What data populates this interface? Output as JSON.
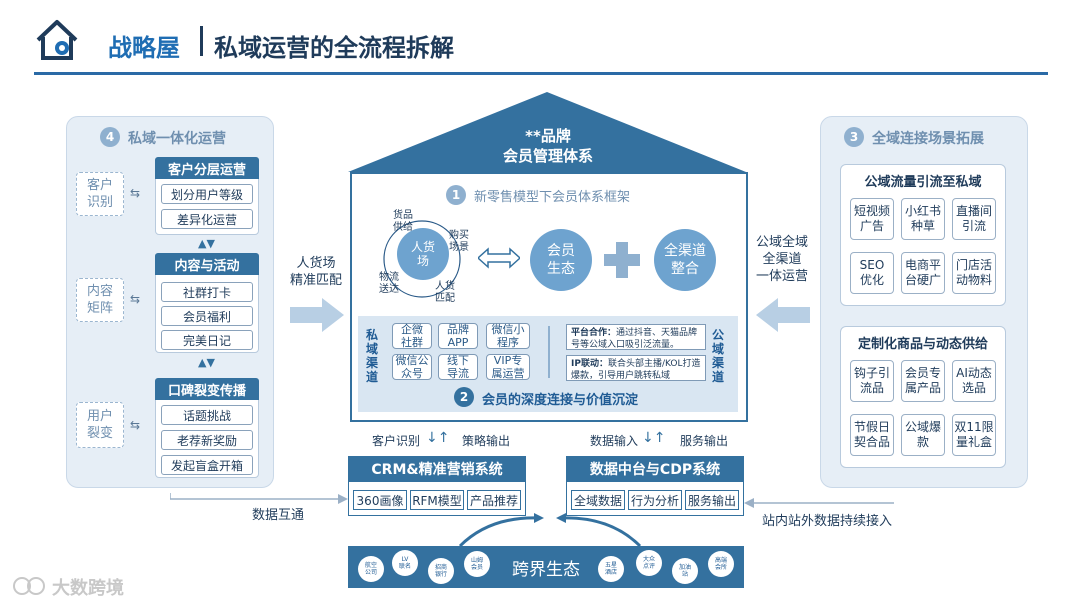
{
  "header": {
    "title_main": "战略屋",
    "title_sub": "私域运营的全流程拆解"
  },
  "left": {
    "num": "4",
    "title": "私域一体化运营",
    "labels": [
      "客户\n识别",
      "内容\n矩阵",
      "用户\n裂变"
    ],
    "cards": [
      {
        "title": "客户分层运营",
        "items": [
          "划分用户等级",
          "差异化运营"
        ]
      },
      {
        "title": "内容与活动",
        "items": [
          "社群打卡",
          "会员福利",
          "完美日记"
        ]
      },
      {
        "title": "口碑裂变传播",
        "items": [
          "话题挑战",
          "老荐新奖励",
          "发起盲盒开箱"
        ]
      }
    ]
  },
  "mid_left_label": "人货场\n精准匹配",
  "mid_right_label": "公域全域\n全渠道\n一体运营",
  "center": {
    "roof_title": "**品牌\n会员管理体系",
    "num1": "1",
    "section1": "新零售模型下会员体系框架",
    "circle_main": "人货\n场",
    "cycle_labels": [
      "货品\n供给",
      "购买\n场景",
      "人货\n匹配",
      "物流\n送达"
    ],
    "circle2": "会员\n生态",
    "circle3": "全渠道\n整合",
    "private_label": "私\n域\n渠\n道",
    "public_label": "公\n域\n渠\n道",
    "private_tiles": [
      "企微\n社群",
      "品牌\nAPP",
      "微信小\n程序",
      "微信公\n众号",
      "线下\n导流",
      "VIP专\n属运营"
    ],
    "notes": [
      {
        "bold": "平台合作：",
        "text": "通过抖音、天猫品牌号等公域入口吸引泛流量。"
      },
      {
        "bold": "IP联动：",
        "text": "联合头部主播/KOL打造爆款，引导用户跳转私域"
      }
    ],
    "num2": "2",
    "section2": "会员的深度连接与价值沉淀"
  },
  "flows": {
    "l1": "客户识别",
    "l2": "策略输出",
    "r1": "数据输入",
    "r2": "服务输出"
  },
  "crm": {
    "title": "CRM&精准营销系统",
    "pills": [
      "360画像",
      "RFM模型",
      "产品推荐"
    ]
  },
  "cdp": {
    "title": "数据中台与CDP系统",
    "pills": [
      "全域数据",
      "行为分析",
      "服务输出"
    ]
  },
  "bottom": {
    "left_label": "数据互通",
    "right_label": "站内站外数据持续接入"
  },
  "eco": {
    "title": "跨界生态",
    "left_circles": [
      "航空\n公司",
      "LV\n联名",
      "招商\n银行",
      "山姆\n会员"
    ],
    "right_circles": [
      "五星\n酒店",
      "大众\n点评",
      "加油\n站",
      "高端\n会所"
    ]
  },
  "right": {
    "num": "3",
    "title": "全域连接场景拓展",
    "card1": {
      "title": "公域流量引流至私域",
      "tiles": [
        "短视频\n广告",
        "小红书\n种草",
        "直播间\n引流",
        "SEO\n优化",
        "电商平\n台硬广",
        "门店活\n动物料"
      ]
    },
    "card2": {
      "title": "定制化商品与动态供给",
      "tiles": [
        "钩子引\n流品",
        "会员专\n属产品",
        "AI动态\n选品",
        "节假日\n契合品",
        "公域爆\n款",
        "双11限\n量礼盒"
      ]
    }
  },
  "watermark": "大数跨境",
  "colors": {
    "primary": "#34719f",
    "accent": "#1f6db3",
    "light": "#e6eef6"
  }
}
